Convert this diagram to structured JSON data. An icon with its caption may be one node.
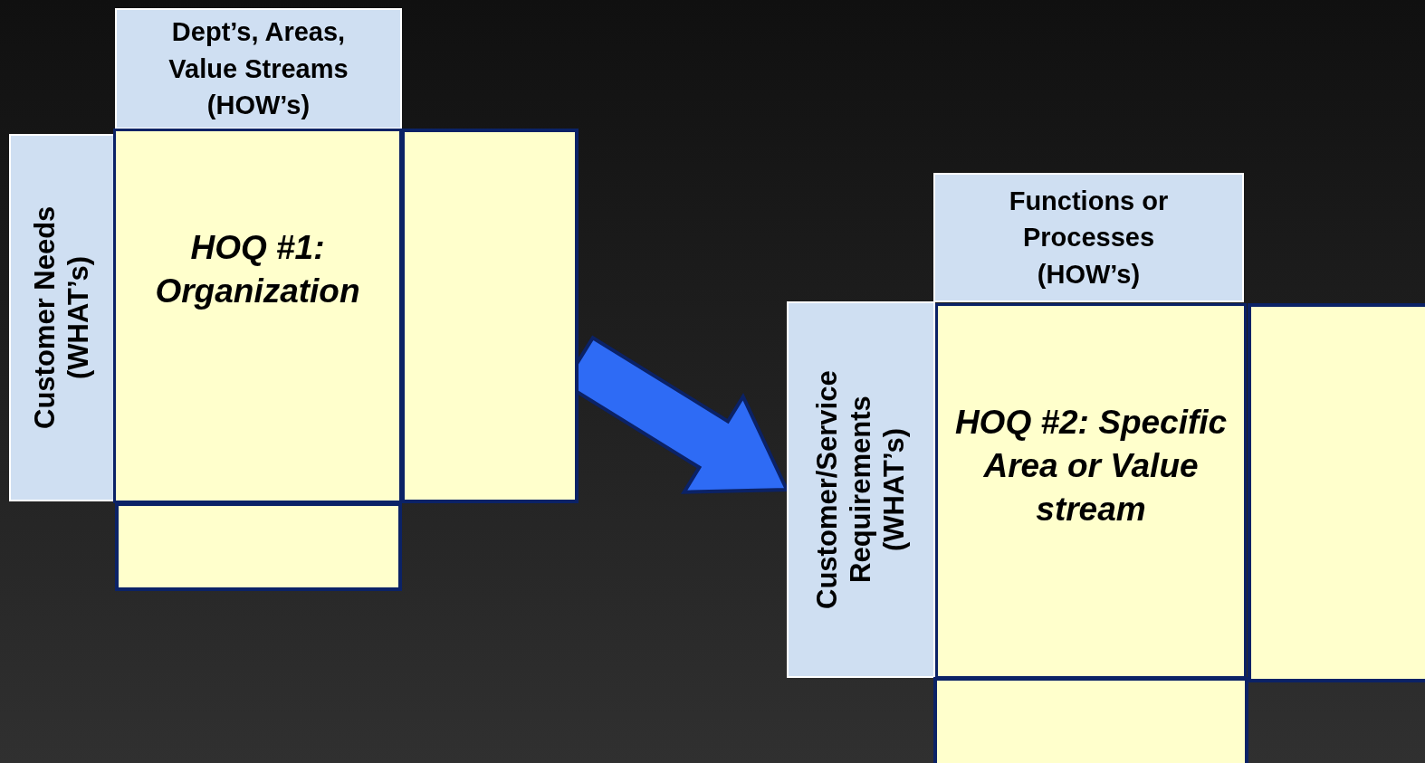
{
  "diagram": {
    "nodes": [
      {
        "text": [
          "Dept’s, Areas, Value Streams (HOW’s)"
        ]
      },
      {
        "text": [
          "Customer Needs (WHAT’s)"
        ]
      },
      {
        "text": [
          "HOQ #1: Organization"
        ]
      },
      {
        "text": [],
        "shape": "box"
      },
      {
        "text": [],
        "shape": "box"
      },
      {
        "text": [
          "Functions or Processes (HOW’s)"
        ]
      },
      {
        "text": [
          "Customer/Service Requirements (WHAT’s)"
        ]
      },
      {
        "text": [
          "HOQ #2: Specific Area or Value stream"
        ]
      },
      {
        "text": [],
        "shape": "box"
      },
      {
        "text": [],
        "shape": "box"
      }
    ],
    "edges": [
      {
        "from": 3,
        "to": 6,
        "arrow": "to",
        "style": "thick"
      }
    ]
  }
}
